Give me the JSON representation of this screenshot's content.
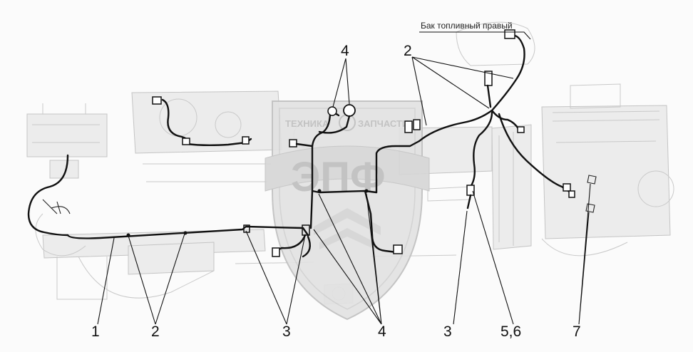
{
  "annotation": {
    "fuel_tank_label": "Бак топливный правый"
  },
  "watermark": {
    "top_text_left": "ТЕХНИКА",
    "top_text_right": "ЗАПЧАСТИ",
    "logo_text": "ЭПФ"
  },
  "callouts": {
    "c1": "1",
    "c2_bottom": "2",
    "c3_left": "3",
    "c4_bottom": "4",
    "c3_right": "3",
    "c56": "5,6",
    "c7": "7",
    "c4_top": "4",
    "c2_top": "2"
  }
}
